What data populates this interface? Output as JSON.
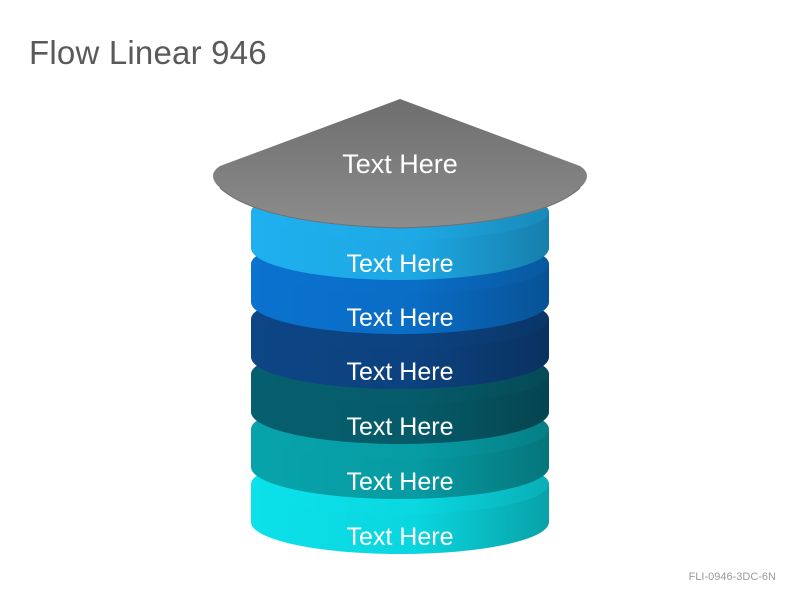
{
  "title": "Flow Linear 946",
  "cap": {
    "label": "Text Here",
    "color": "#878787"
  },
  "layers": [
    {
      "label": "Text Here",
      "color": "#1fb0ef"
    },
    {
      "label": "Text Here",
      "color": "#0a72cf"
    },
    {
      "label": "Text Here",
      "color": "#0d4585"
    },
    {
      "label": "Text Here",
      "color": "#065f6e"
    },
    {
      "label": "Text Here",
      "color": "#07a3ab"
    },
    {
      "label": "Text Here",
      "color": "#0be1ea"
    }
  ],
  "footer": "FLI-0946-3DC-6N"
}
